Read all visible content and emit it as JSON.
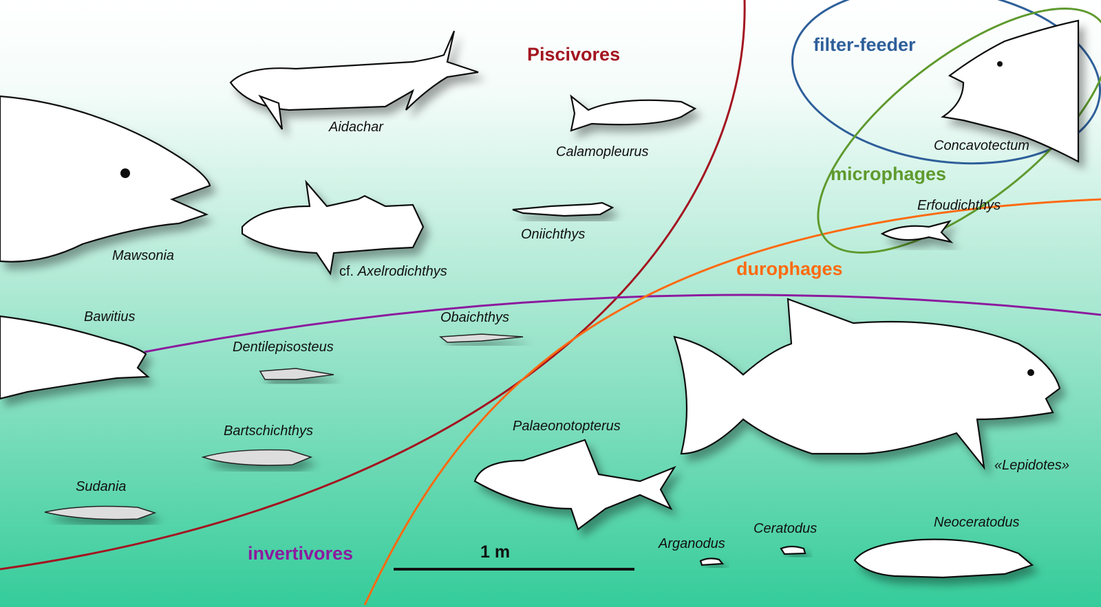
{
  "groups": {
    "piscivores": "Piscivores",
    "filter_feeder": "filter-feeder",
    "microphages": "microphages",
    "durophages": "durophages",
    "invertivores": "invertivores"
  },
  "colors": {
    "piscivores": "#a31420",
    "filter_feeder": "#2e5f9a",
    "microphages": "#5f9a2e",
    "durophages": "#ff6a10",
    "invertivores": "#8c1a9e",
    "background_top": "#ffffff",
    "background_bottom": "#35cc9a"
  },
  "species": {
    "aidachar": "Aidachar",
    "calamopleurus": "Calamopleurus",
    "mawsonia": "Mawsonia",
    "oniichthys": "Oniichthys",
    "axelrodichthys_prefix": "cf.",
    "axelrodichthys": "Axelrodichthys",
    "concavotectum": "Concavotectum",
    "erfoudichthys": "Erfoudichthys",
    "bawitius": "Bawitius",
    "obaichthys": "Obaichthys",
    "dentilepisosteus": "Dentilepisosteus",
    "bartschichthys": "Bartschichthys",
    "sudania": "Sudania",
    "palaeonotopterus": "Palaeonotopterus",
    "lepidotes": "«Lepidotes»",
    "arganodus": "Arganodus",
    "ceratodus": "Ceratodus",
    "neoceratodus": "Neoceratodus"
  },
  "scale_bar": {
    "label": "1 m"
  }
}
